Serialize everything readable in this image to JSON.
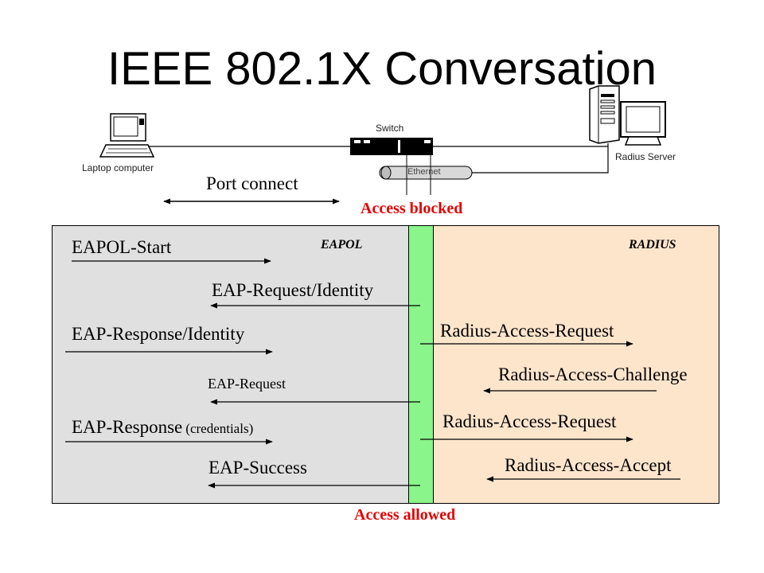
{
  "title": "IEEE 802.1X Conversation",
  "devices": {
    "laptop_label": "Laptop computer",
    "switch_label": "Switch",
    "ethernet_label": "Ethernet",
    "server_label": "Radius Server"
  },
  "port_connect": "Port connect",
  "access_blocked": "Access blocked",
  "access_allowed": "Access allowed",
  "protocols": {
    "eapol": "EAPOL",
    "radius": "RADIUS"
  },
  "eapol_messages": {
    "start": "EAPOL-Start",
    "request_identity": "EAP-Request/Identity",
    "response_identity": "EAP-Response/Identity",
    "request": "EAP-Request",
    "response": "EAP-Response",
    "credentials": "(credentials)",
    "success": "EAP-Success"
  },
  "radius_messages": {
    "access_request_1": "Radius-Access-Request",
    "access_challenge": "Radius-Access-Challenge",
    "access_request_2": "Radius-Access-Request",
    "access_accept": "Radius-Access-Accept"
  },
  "colors": {
    "eapol_panel": "#e0e0e0",
    "radius_panel": "#fde5cc",
    "switch_column": "#8af58a",
    "status_text": "#e60000"
  }
}
